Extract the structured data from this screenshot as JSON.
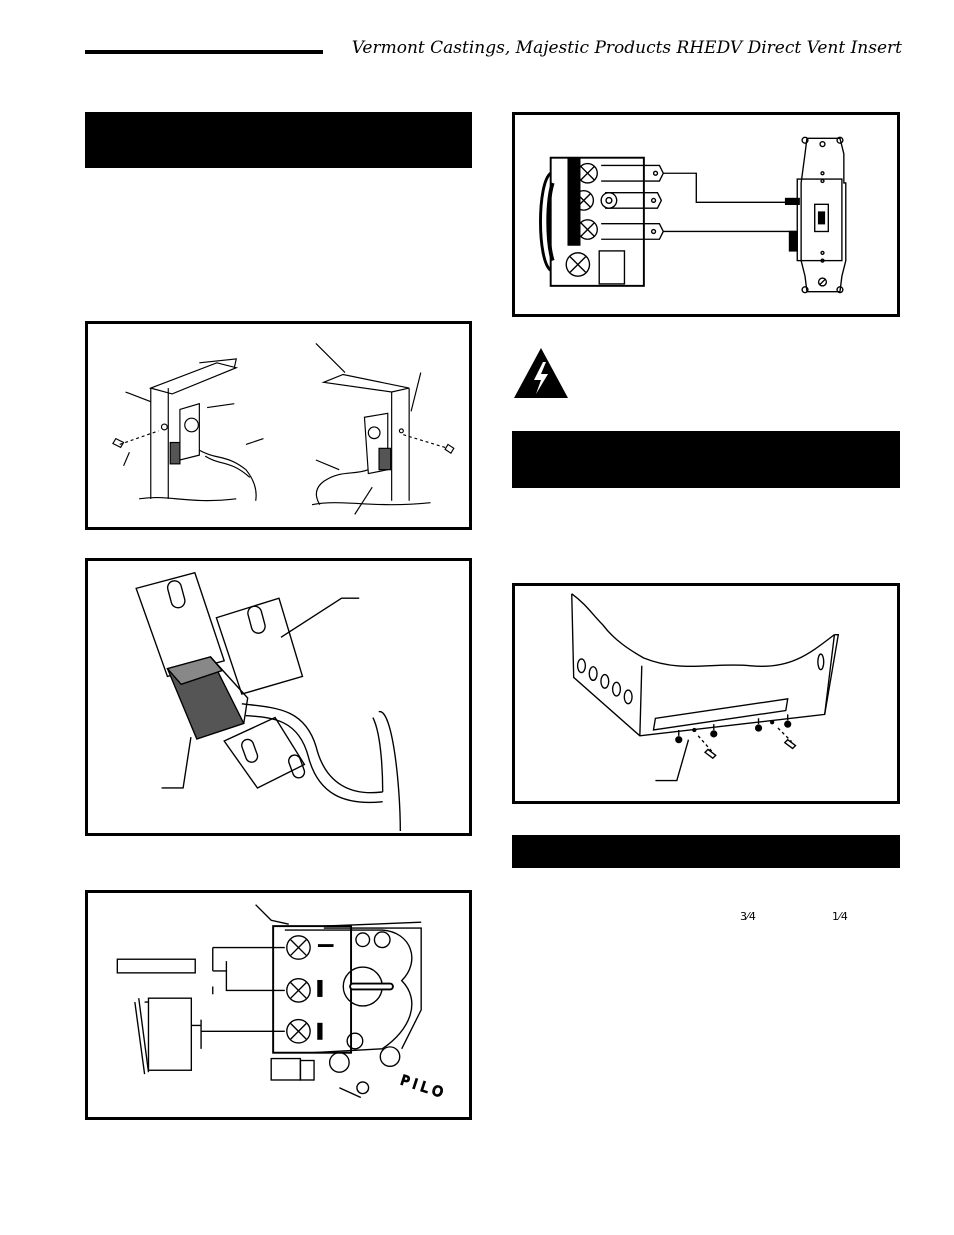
{
  "header": {
    "title": "Vermont Castings, Majestic Products RHEDV Direct Vent Insert"
  },
  "fractions": {
    "three_quarters": "3⁄4",
    "one_quarter": "1⁄4"
  },
  "icons": {
    "warning": "electrical-hazard-warning-icon"
  },
  "colors": {
    "ink": "#000000",
    "paper": "#ffffff",
    "shade": "#555555"
  }
}
